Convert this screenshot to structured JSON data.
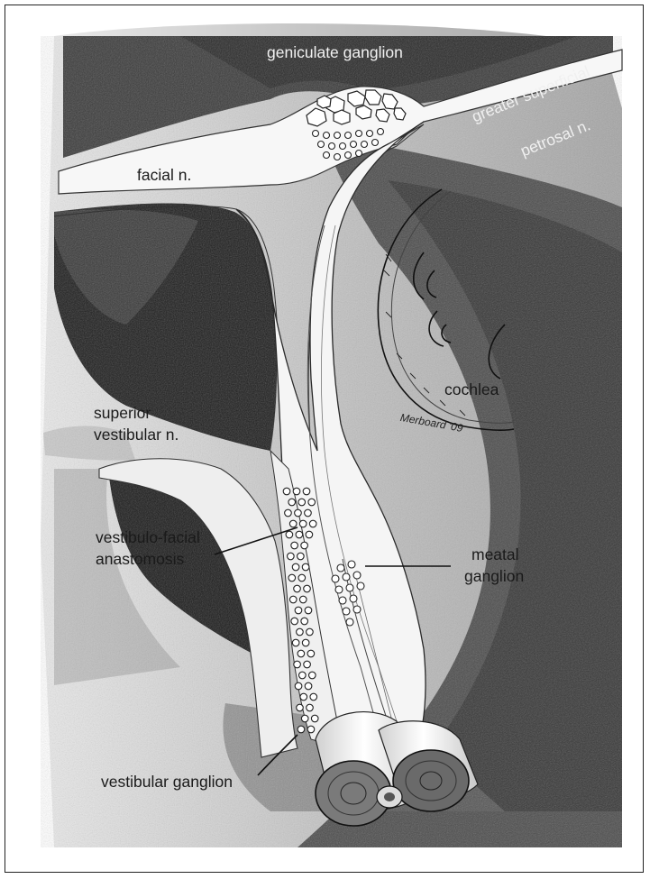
{
  "labels": {
    "geniculate_ganglion": "geniculate ganglion",
    "greater_superficial": "greater superficial",
    "petrosal_n": "petrosal n.",
    "facial_n": "facial n.",
    "cochlea": "cochlea",
    "signature": "Merboard '09",
    "superior": "superior",
    "vestibular_n": "vestibular n.",
    "vestibulo_facial": "vestibulo-facial",
    "anastomosis": "anastomosis",
    "meatal": "meatal",
    "ganglion": "ganglion",
    "vestibular_ganglion": "vestibular ganglion"
  },
  "colors": {
    "background": "#ffffff",
    "bone_shadow": "#3a3a3a",
    "nerve": "#f4f4f4",
    "ink": "#1a1a1a"
  }
}
